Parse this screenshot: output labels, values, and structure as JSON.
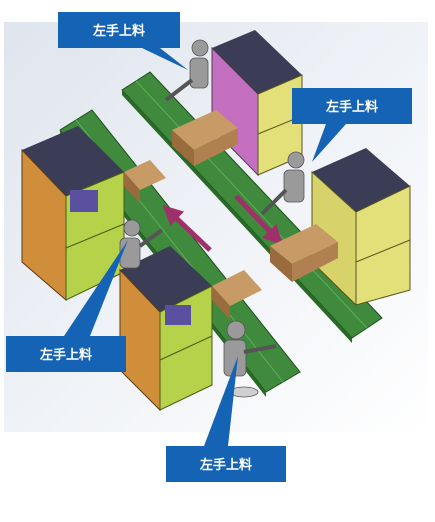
{
  "callouts": [
    {
      "id": "top-left",
      "text": "左手上料"
    },
    {
      "id": "top-right",
      "text": "左手上料"
    },
    {
      "id": "bottom-left",
      "text": "左手上料"
    },
    {
      "id": "bottom-center",
      "text": "左手上料"
    }
  ],
  "colors": {
    "callout_fill": "#1563b4",
    "conveyor": "#3f8a3c",
    "cabinet_magenta": "#c56fc0",
    "cabinet_yellow": "#e3e07a",
    "cabinet_orange": "#d08d3a",
    "cabinet_lime": "#b6d14a",
    "box": "#b08050",
    "arrow": "#a0306a"
  }
}
